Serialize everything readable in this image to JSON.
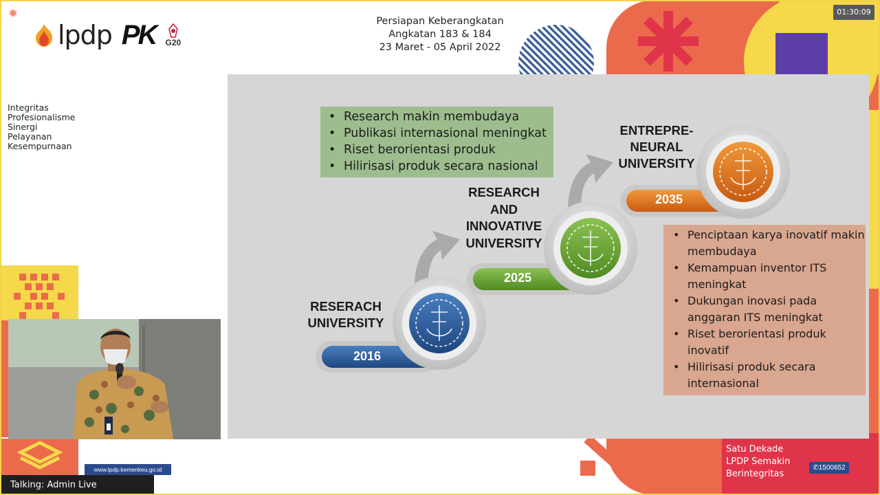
{
  "timer": "01:30:09",
  "header": {
    "logo_lpdp": "lpdp",
    "logo_pk": "PK",
    "logo_g20": "G20",
    "event_lines": [
      "Persiapan Keberangkatan",
      "Angkatan 183 & 184",
      "23 Maret - 05 April 2022"
    ]
  },
  "values": [
    "Integritas",
    "Profesionalisme",
    "Sinergi",
    "Pelayanan",
    "Kesempurnaan"
  ],
  "slide": {
    "green_box": [
      "Research makin membudaya",
      "Publikasi internasional meningkat",
      "Riset berorientasi produk",
      "Hilirisasi produk secara nasional"
    ],
    "stages": [
      {
        "label_lines": [
          "RESERACH",
          "UNIVERSITY"
        ],
        "year": "2016",
        "color": "#2f5f9e"
      },
      {
        "label_lines": [
          "RESEARCH",
          "AND",
          "INNOVATIVE",
          "UNIVERSITY"
        ],
        "year": "2025",
        "color": "#6fa33b"
      },
      {
        "label_lines": [
          "ENTREPRE-",
          "NEURAL",
          "UNIVERSITY"
        ],
        "year": "2035",
        "color": "#d9731e"
      }
    ],
    "red_box": [
      "Penciptaan karya inovatif makin membudaya",
      "Kemampuan inventor ITS meningkat",
      "Dukungan inovasi pada anggaran ITS meningkat",
      "Riset berorientasi produk inovatif",
      "Hilirisasi produk secara internasional"
    ]
  },
  "footer": {
    "url": "www.lpdp.kemenkeu.go.id",
    "talking": "Talking: Admin Live",
    "dekade_lines": [
      "Satu Dekade",
      "LPDP Semakin",
      "Berintegritas"
    ],
    "phone": "1500652"
  },
  "colors": {
    "accent_orange": "#ec6a4c",
    "accent_yellow": "#f5d94a",
    "accent_red": "#e0344a",
    "accent_purple": "#5b3fa6",
    "brand_blue": "#2c4a8c"
  }
}
